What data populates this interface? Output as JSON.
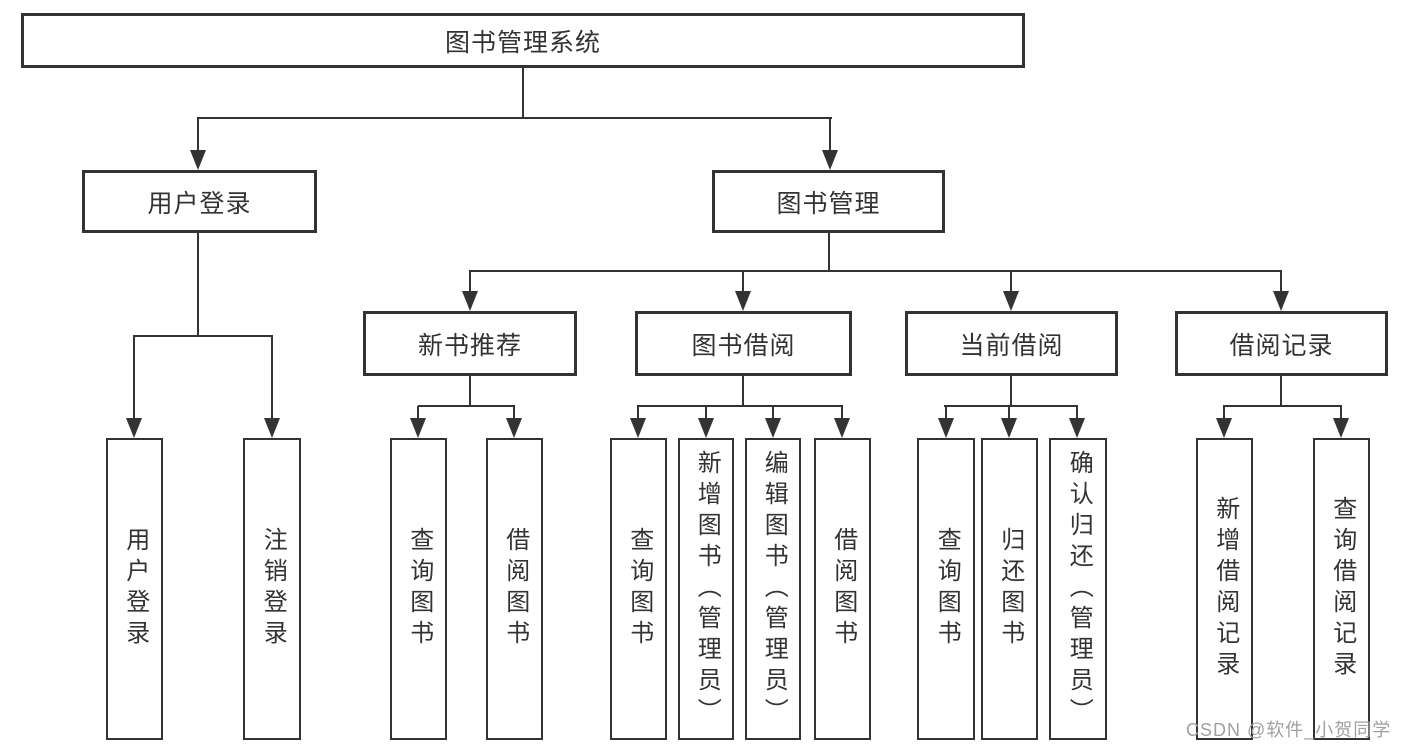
{
  "colors": {
    "line": "#333333",
    "text": "#333333",
    "watermark": "#a0a0a0",
    "background": "#ffffff"
  },
  "tree": {
    "root": "图书管理系统",
    "branches": [
      {
        "label": "用户登录",
        "children": [
          "用户登录",
          "注销登录"
        ]
      },
      {
        "label": "图书管理",
        "sub": [
          {
            "label": "新书推荐",
            "children": [
              "查询图书",
              "借阅图书"
            ]
          },
          {
            "label": "图书借阅",
            "children": [
              "查询图书",
              "新增图书（管理员）",
              "编辑图书（管理员）",
              "借阅图书"
            ]
          },
          {
            "label": "当前借阅",
            "children": [
              "查询图书",
              "归还图书",
              "确认归还（管理员）"
            ]
          },
          {
            "label": "借阅记录",
            "children": [
              "新增借阅记录",
              "查询借阅记录"
            ]
          }
        ]
      }
    ]
  },
  "watermark": "CSDN @软件_小贺同学"
}
